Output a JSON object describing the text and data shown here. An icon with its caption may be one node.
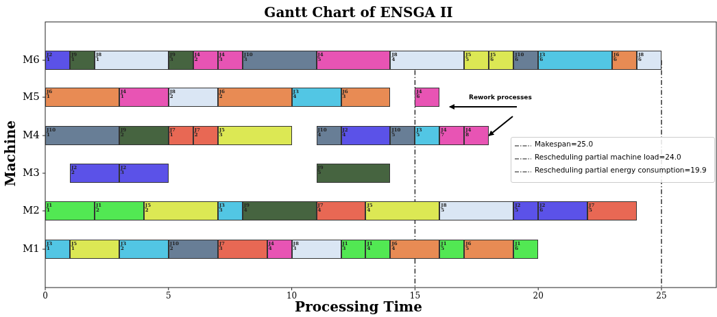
{
  "diagram": {
    "title": "Gantt Chart of ENSGA II",
    "nodes": [
      {
        "text": [
          "J2",
          "1"
        ]
      },
      {
        "text": [
          "J9",
          "1"
        ]
      },
      {
        "text": [
          "J8",
          "1"
        ]
      },
      {
        "text": [
          "J9",
          "3"
        ]
      },
      {
        "text": [
          "J4",
          "2"
        ]
      },
      {
        "text": [
          "J4",
          "3"
        ]
      },
      {
        "text": [
          "J10",
          "3"
        ]
      },
      {
        "text": [
          "J4",
          "5"
        ]
      },
      {
        "text": [
          "J8",
          "4"
        ]
      },
      {
        "text": [
          "J5",
          "5"
        ]
      },
      {
        "text": [
          "J5",
          "6"
        ]
      },
      {
        "text": [
          "J10",
          "6"
        ]
      },
      {
        "text": [
          "J3",
          "6"
        ]
      },
      {
        "text": [
          "J6",
          "6"
        ]
      },
      {
        "text": [
          "J8",
          "6"
        ]
      },
      {
        "text": [
          "J6",
          "1"
        ]
      },
      {
        "text": [
          "J4",
          "1"
        ]
      },
      {
        "text": [
          "J8",
          "2"
        ]
      },
      {
        "text": [
          "J6",
          "2"
        ]
      },
      {
        "text": [
          "J3",
          "4"
        ]
      },
      {
        "text": [
          "J6",
          "3"
        ]
      },
      {
        "text": [
          "J4",
          "6"
        ]
      },
      {
        "text": [
          "J10",
          "1"
        ]
      },
      {
        "text": [
          "J9",
          "2"
        ]
      },
      {
        "text": [
          "J7",
          "1"
        ]
      },
      {
        "text": [
          "J7",
          "2"
        ]
      },
      {
        "text": [
          "J5",
          "3"
        ]
      },
      {
        "text": [
          "J10",
          "4"
        ]
      },
      {
        "text": [
          "J2",
          "4"
        ]
      },
      {
        "text": [
          "J10",
          "5"
        ]
      },
      {
        "text": [
          "J3",
          "5"
        ]
      },
      {
        "text": [
          "J4",
          "7"
        ]
      },
      {
        "text": [
          "J4",
          "8"
        ]
      },
      {
        "text": [
          "J2",
          "2"
        ]
      },
      {
        "text": [
          "J2",
          "3"
        ]
      },
      {
        "text": [
          "J9",
          "5"
        ]
      },
      {
        "text": [
          "J1",
          "1"
        ]
      },
      {
        "text": [
          "J1",
          "2"
        ]
      },
      {
        "text": [
          "J5",
          "2"
        ]
      },
      {
        "text": [
          "J3",
          "3"
        ]
      },
      {
        "text": [
          "J9",
          "4"
        ]
      },
      {
        "text": [
          "J7",
          "4"
        ]
      },
      {
        "text": [
          "J5",
          "4"
        ]
      },
      {
        "text": [
          "J8",
          "5"
        ]
      },
      {
        "text": [
          "J2",
          "5"
        ]
      },
      {
        "text": [
          "J2",
          "6"
        ]
      },
      {
        "text": [
          "J7",
          "5"
        ]
      },
      {
        "text": [
          "J3",
          "1"
        ]
      },
      {
        "text": [
          "J5",
          "1"
        ]
      },
      {
        "text": [
          "J3",
          "2"
        ]
      },
      {
        "text": [
          "J10",
          "2"
        ]
      },
      {
        "text": [
          "J7",
          "3"
        ]
      },
      {
        "text": [
          "J4",
          "4"
        ]
      },
      {
        "text": [
          "J8",
          "3"
        ]
      },
      {
        "text": [
          "J1",
          "3"
        ]
      },
      {
        "text": [
          "J1",
          "4"
        ]
      },
      {
        "text": [
          "J6",
          "4"
        ]
      },
      {
        "text": [
          "J1",
          "5"
        ]
      },
      {
        "text": [
          "J6",
          "5"
        ]
      },
      {
        "text": [
          "J1",
          "6"
        ]
      },
      {
        "text": [
          "Rework processes"
        ]
      }
    ],
    "edges": [
      {
        "from": 60,
        "to": null,
        "arrow": "to"
      },
      {
        "from": 60,
        "to": 32,
        "arrow": "to"
      }
    ],
    "labels": [
      "Machine",
      "M6",
      "M5",
      "M4",
      "M3",
      "M2",
      "M1",
      "0",
      "5",
      "10",
      "15",
      "20",
      "25",
      "Processing Time"
    ],
    "legend": [
      {
        "text": "Makespan=25.0"
      },
      {
        "text": "Rescheduling partial machine load=24.0"
      },
      {
        "text": "Rescheduling partial energy consumption=19.9"
      }
    ]
  }
}
